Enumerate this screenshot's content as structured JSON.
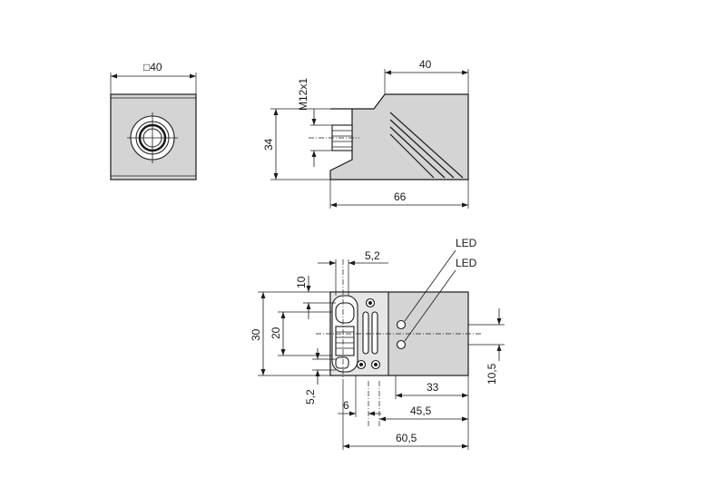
{
  "front_view": {
    "square_dim": "□40"
  },
  "side_view": {
    "thread": "M12x1",
    "width_top": "40",
    "height": "34",
    "length": "66"
  },
  "top_view": {
    "dim_5_2_top": "5,2",
    "dim_10": "10",
    "dim_30": "30",
    "dim_20": "20",
    "dim_5_2_side": "5,2",
    "dim_6": "6",
    "dim_33": "33",
    "dim_45_5": "45,5",
    "dim_60_5": "60,5",
    "dim_10_5": "10,5",
    "led_1": "LED",
    "led_2": "LED"
  }
}
